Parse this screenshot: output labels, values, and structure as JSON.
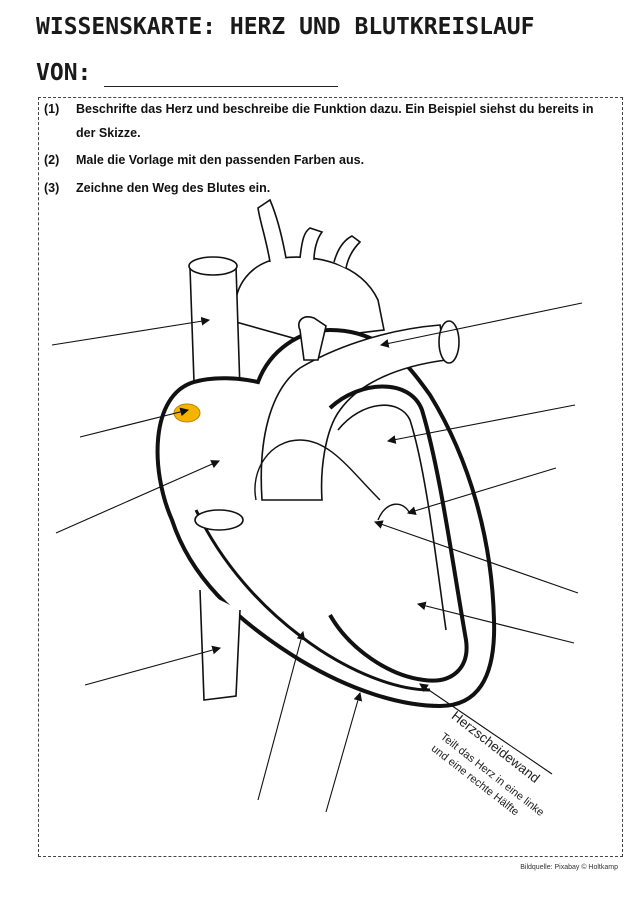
{
  "header": {
    "title": "WISSENSKARTE: HERZ UND BLUTKREISLAUF",
    "name_label": "VON:"
  },
  "tasks": [
    {
      "num": "(1)",
      "text": "Beschrifte das Herz und beschreibe die Funktion dazu. Ein Beispiel siehst du bereits in der Skizze."
    },
    {
      "num": "(2)",
      "text": "Male die Vorlage mit den passenden Farben aus."
    },
    {
      "num": "(3)",
      "text": "Zeichne den Weg des Blutes ein."
    }
  ],
  "example_label": {
    "title": "Herzscheidewand",
    "line1": "Teilt das Herz in eine linke",
    "line2": "und eine rechte Hälfte"
  },
  "marker_color": "#f5b400",
  "credit": "Bildquelle: Pixabay © Holtkamp"
}
